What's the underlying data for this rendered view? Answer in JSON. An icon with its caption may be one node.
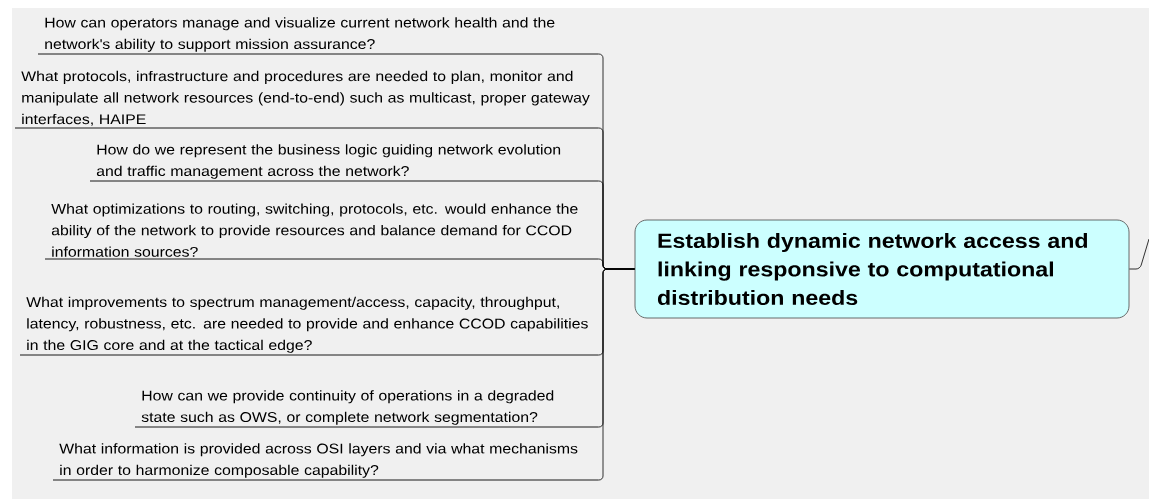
{
  "diagram": {
    "nodes": [
      {
        "text": [
          "How can operators manage and visualize current network health and the network's ability to support mission assurance?"
        ]
      },
      {
        "text": [
          "What protocols, infrastructure and procedures are needed to plan, monitor and manipulate all network resources (end-to-end) such as multicast, proper gateway interfaces, HAIPE"
        ]
      },
      {
        "text": [
          "How do we represent the business logic guiding network evolution and traffic management across the network?"
        ]
      },
      {
        "text": [
          "What optimizations to routing, switching, protocols, etc. would enhance the ability of the network to provide resources and balance demand for CCOD information sources?"
        ]
      },
      {
        "text": [
          "What improvements to spectrum management/access, capacity, throughput, latency, robustness, etc. are needed to provide and enhance CCOD capabilities in the GIG core and at the tactical edge?"
        ]
      },
      {
        "text": [
          "How can we provide continuity of operations in a degraded state such as OWS, or complete network segmentation?"
        ]
      },
      {
        "text": [
          "What information is provided across OSI layers and via what mechanisms in order to harmonize composable capability?"
        ]
      },
      {
        "text": [
          "Establish dynamic network access and linking responsive to computational distribution needs"
        ]
      }
    ],
    "edges": [
      {
        "from": 7,
        "to": 0,
        "arrow": "none"
      },
      {
        "from": 7,
        "to": 1,
        "arrow": "none"
      },
      {
        "from": 7,
        "to": 2,
        "arrow": "none"
      },
      {
        "from": 7,
        "to": 3,
        "arrow": "none"
      },
      {
        "from": 7,
        "to": 4,
        "arrow": "none"
      },
      {
        "from": 7,
        "to": 5,
        "arrow": "none"
      },
      {
        "from": 7,
        "to": 6,
        "arrow": "none"
      },
      {
        "from": 7,
        "to": null,
        "arrow": "none"
      }
    ]
  }
}
